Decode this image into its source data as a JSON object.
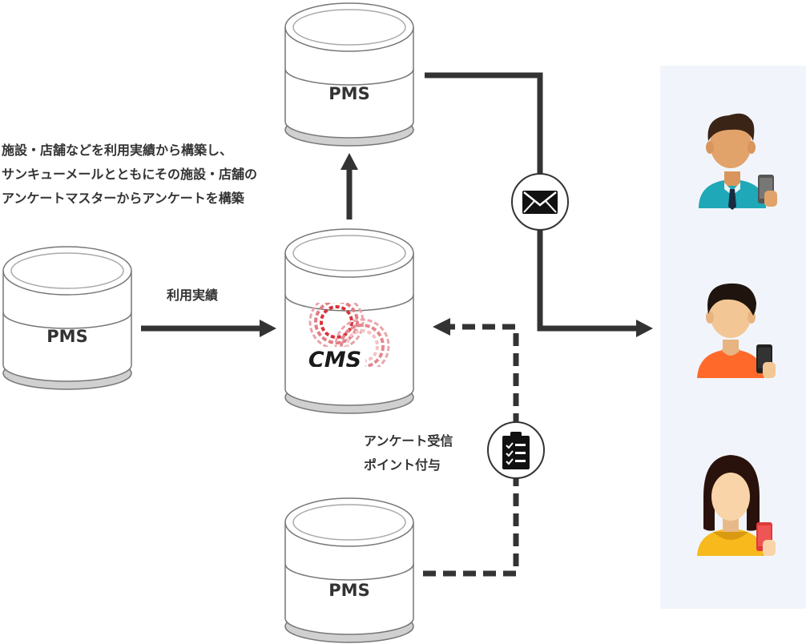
{
  "databases": {
    "pms_top": "PMS",
    "pms_left": "PMS",
    "pms_bottom": "PMS",
    "cms_logo": "CMS"
  },
  "labels": {
    "usage_record": "利用実績",
    "build_note": [
      "施設・店舗などを利用実績から構築し、",
      "サンキューメールとともにその施設・店舗の",
      "アンケートマスターからアンケートを構築"
    ],
    "survey_note": [
      "アンケート受信",
      "ポイント付与"
    ]
  },
  "icons": {
    "mail": "envelope-icon",
    "survey": "clipboard-checklist-icon",
    "customers": [
      "man-with-phone-icon",
      "young-man-with-phone-icon",
      "woman-with-phone-icon"
    ]
  },
  "colors": {
    "arrow": "#333333",
    "db_outline": "#777777",
    "db_shadow": "#d0d0d0",
    "panel": "#f1f5fb",
    "cms_red": "#d8333b",
    "cms_text": "#1a1a1a",
    "shirt_teal": "#1fa8b8",
    "shirt_orange": "#ff6a2b",
    "shirt_yellow": "#f7b91b"
  }
}
